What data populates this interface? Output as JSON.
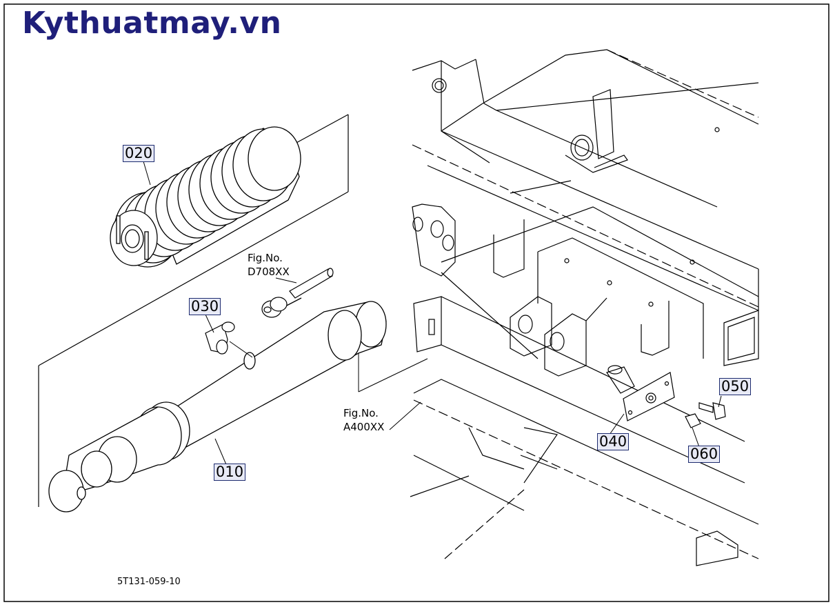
{
  "brand": {
    "text": "Kythuatmay.vn",
    "color": "#1f1f7a"
  },
  "callouts": {
    "p010": "010",
    "p020": "020",
    "p030": "030",
    "p040": "040",
    "p050": "050",
    "p060": "060"
  },
  "figure_refs": {
    "d708": {
      "line1": "Fig.No.",
      "line2": "D708XX"
    },
    "a400": {
      "line1": "Fig.No.",
      "line2": "A400XX"
    }
  },
  "drawing_code": "5T131-059-10",
  "colors": {
    "line": "#000000",
    "callout_bg": "#e8eaf6",
    "callout_border": "#1c2a6e"
  }
}
